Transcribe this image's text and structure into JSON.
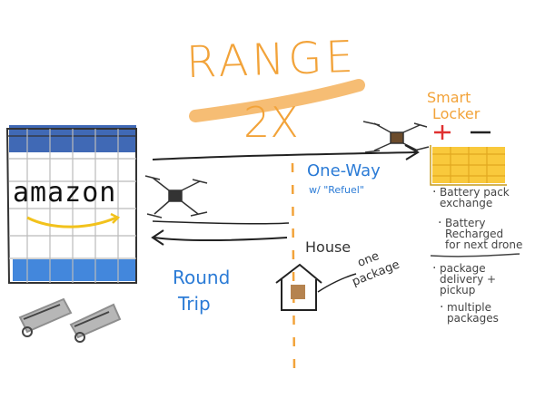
{
  "title": {
    "line1": "RANGE",
    "line2": "2X"
  },
  "warehouse": {
    "label": "amazon"
  },
  "one_way": {
    "label": "One-Way",
    "sub": "w/ \"Refuel\""
  },
  "round_trip": {
    "line1": "Round",
    "line2": "Trip"
  },
  "house": {
    "label": "House",
    "package_line1": "one",
    "package_line2": "package"
  },
  "locker": {
    "label_line1": "Smart",
    "label_line2": "Locker",
    "plus": "+",
    "minus": "—",
    "notes": [
      {
        "lines": [
          "Battery pack",
          "exchange"
        ]
      },
      {
        "lines": [
          "Battery",
          "Recharged",
          "for next drone"
        ]
      },
      {
        "lines": [
          "package",
          "delivery +",
          "pickup"
        ]
      },
      {
        "lines": [
          "multiple",
          "packages"
        ]
      }
    ]
  },
  "colors": {
    "orange": "#f2a33a",
    "blue": "#2b7bd6",
    "yellow": "#f9c93c",
    "brown": "#b5834f",
    "red": "#e03030"
  },
  "icons": [
    "drone-icon",
    "house-icon",
    "warehouse-icon",
    "battery-icon",
    "package-icon"
  ]
}
